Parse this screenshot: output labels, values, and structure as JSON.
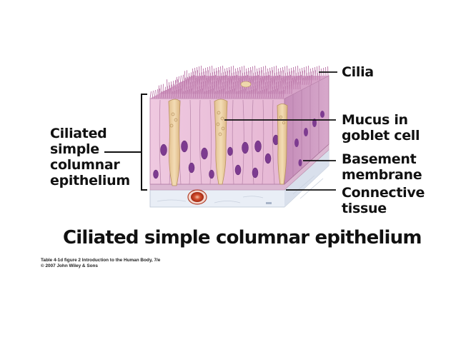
{
  "labels": {
    "left": [
      "Ciliated",
      "simple",
      "columnar",
      "epithelium"
    ],
    "cilia": "Cilia",
    "mucus": [
      "Mucus in",
      "goblet cell"
    ],
    "basement": [
      "Basement",
      "membrane"
    ],
    "connective": [
      "Connective",
      "tissue"
    ]
  },
  "title": "Ciliated simple columnar epithelium",
  "credit": {
    "line1": "Table 4-1d figure 2  Introduction to the Human Body, 7/e",
    "line2": "© 2007 John Wiley & Sons"
  },
  "colors": {
    "cell_fill": "#ecc4dc",
    "cell_outline": "#b07aa3",
    "cilia": "#c98fb6",
    "nucleus": "#7d3b90",
    "goblet_cell": "#ecd2a6",
    "side_face": "#c690bb",
    "basement_membrane": "#dcb8d2",
    "connective_tissue": "#e9eef6",
    "blood_vessel": "#c4361e",
    "leader_line": "#111111"
  }
}
